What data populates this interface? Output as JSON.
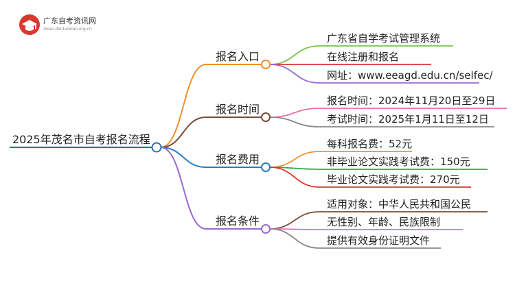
{
  "logo": {
    "title": "广东自考资讯网",
    "subtitle": "zikao.danluoxiao.org.cn"
  },
  "root": {
    "label": "2025年茂名市自考报名流程",
    "color": "#2f6fb3"
  },
  "branches": [
    {
      "label": "报名入口",
      "color": "#f0902a",
      "children": [
        {
          "label": "广东省自学考试管理系统",
          "color": "#7cc34a"
        },
        {
          "label": "在线注册和报名",
          "color": "#d9382f"
        },
        {
          "label": "网址：www.eeagd.edu.cn/selfec/",
          "color": "#9b6ad0"
        }
      ]
    },
    {
      "label": "报名时间",
      "color": "#7b4a3a",
      "children": [
        {
          "label": "报名时间：2024年11月20日至29日",
          "color": "#e86cb0"
        },
        {
          "label": "考试时间：2025年1月11日至12日",
          "color": "#8a8a8a"
        }
      ]
    },
    {
      "label": "报名费用",
      "color": "#2a7cc0",
      "children": [
        {
          "label": "每科报名费：52元",
          "color": "#f0902a"
        },
        {
          "label": "非毕业论文实践考试费：150元",
          "color": "#2fa84a"
        },
        {
          "label": "毕业论文实践考试费：270元",
          "color": "#d9382f"
        }
      ]
    },
    {
      "label": "报名条件",
      "color": "#9b6ad0",
      "children": [
        {
          "label": "适用对象：中华人民共和国公民",
          "color": "#7b4a3a"
        },
        {
          "label": "无性别、年龄、民族限制",
          "color": "#e86cb0"
        },
        {
          "label": "提供有效身份证明文件",
          "color": "#8a8a8a"
        }
      ]
    }
  ]
}
